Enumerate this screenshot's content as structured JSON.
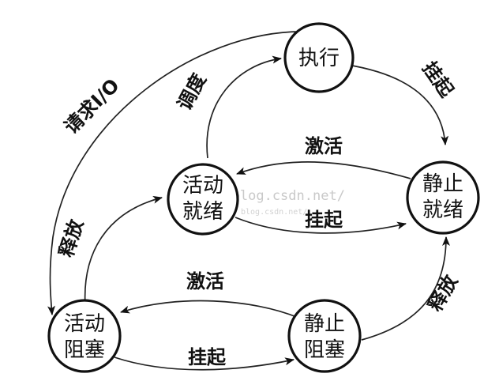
{
  "nodes": {
    "exec": {
      "line1": "执行"
    },
    "active_ready": {
      "line1": "活动",
      "line2": "就绪"
    },
    "static_ready": {
      "line1": "静止",
      "line2": "就绪"
    },
    "active_blocked": {
      "line1": "活动",
      "line2": "阻塞"
    },
    "static_blocked": {
      "line1": "静止",
      "line2": "阻塞"
    }
  },
  "edges": {
    "request_io": "请求I/O",
    "dispatch": "调度",
    "suspend_exec": "挂起",
    "activate_ready": "激活",
    "suspend_ready": "挂起",
    "release_active": "释放",
    "activate_blocked": "激活",
    "suspend_blocked": "挂起",
    "release_static": "释放"
  },
  "watermark": {
    "url": "http://blog.csdn.net/",
    "small": "blog.csdn.net/"
  },
  "colors": {
    "stroke": "#111111",
    "background": "#ffffff"
  }
}
